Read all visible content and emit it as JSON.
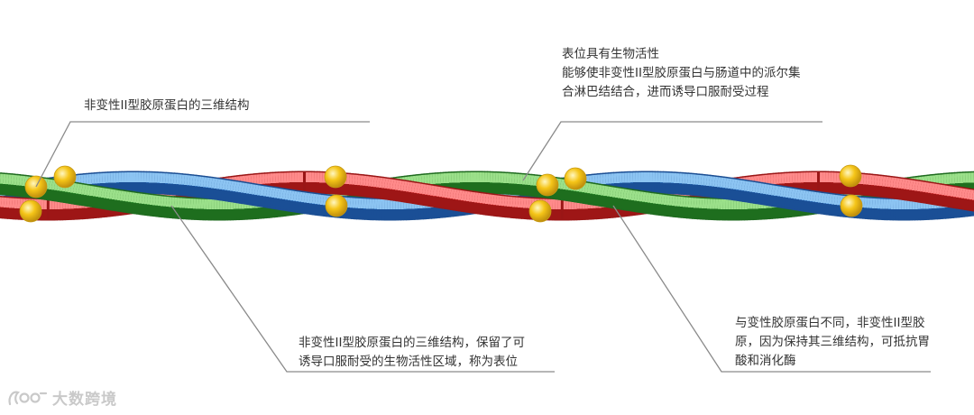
{
  "colors": {
    "strand_green": "#3aa23a",
    "strand_red": "#e23a3a",
    "strand_blue": "#3b86d6",
    "bead": "#f5c518",
    "leader": "#8a8a8a"
  },
  "callouts": [
    {
      "id": "undenatured-3d-structure",
      "text": "非变性II型胶原蛋白的三维结构"
    },
    {
      "id": "epitope-bioactivity",
      "text": "表位具有生物活性\n能够使非变性II型胶原蛋白与肠道中的派尔集\n合淋巴结结合，进而诱导口服耐受过程"
    },
    {
      "id": "preserved-epitope-region",
      "text": "非变性II型胶原蛋白的三维结构，保留了可\n诱导口服耐受的生物活性区域，称为表位"
    },
    {
      "id": "enzyme-resistance",
      "text": "与变性胶原蛋白不同，非变性II型胶\n原，因为保持其三维结构，可抵抗胃\n酸和消化酶"
    }
  ],
  "watermark": {
    "text": "大数跨境",
    "icon": "dashuju-logo-icon"
  }
}
